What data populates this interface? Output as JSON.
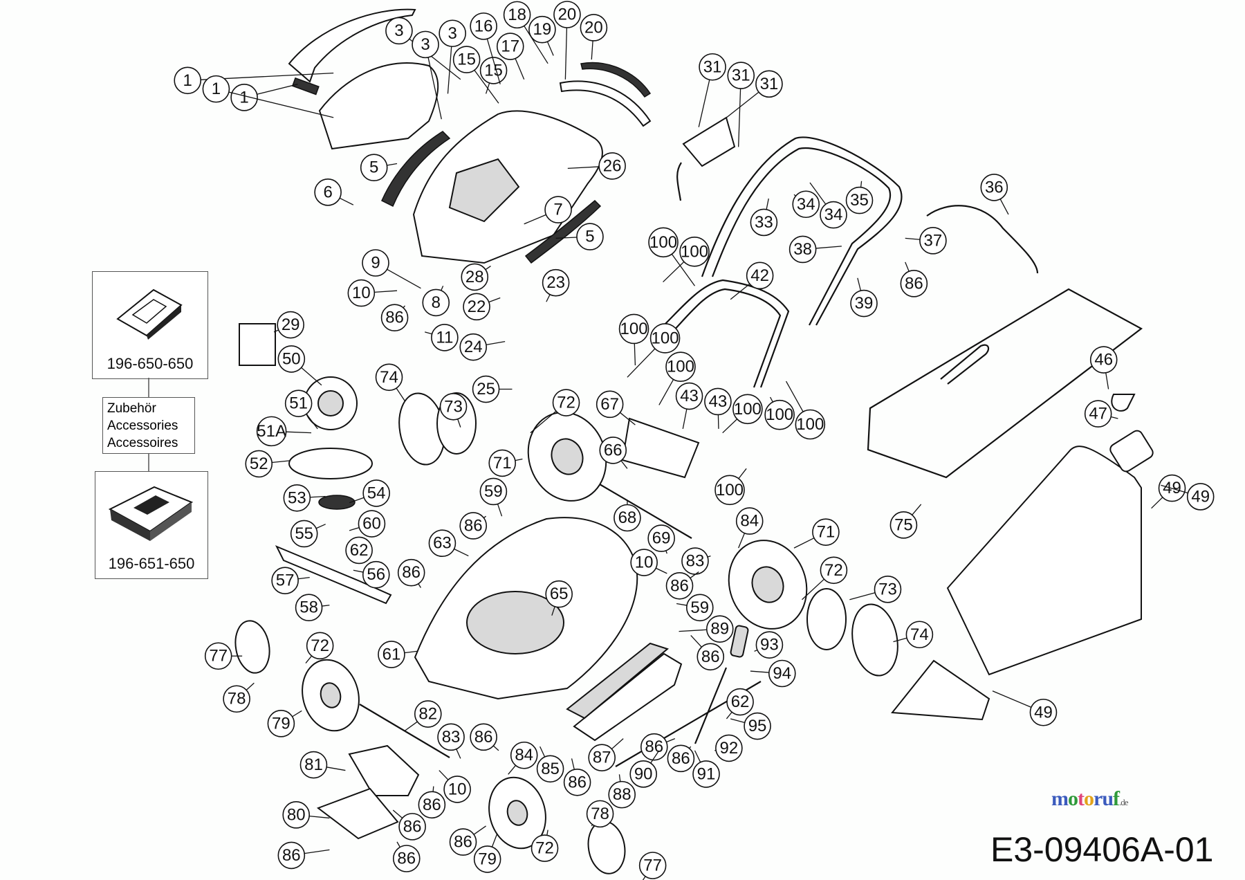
{
  "diagram": {
    "drawing_code": "E3-09406A-01",
    "watermark": {
      "text": "motoruf",
      "suffix": ".de",
      "colors": [
        "#3b5bbd",
        "#2f9a3a",
        "#e0457b",
        "#e2a21a",
        "#3b5bbd"
      ]
    },
    "accessories": {
      "title_lines": [
        "Zubehör",
        "Accessories",
        "Accessoires"
      ],
      "items": [
        {
          "part_no": "196-650-650",
          "icon": "battery-icon"
        },
        {
          "part_no": "196-651-650",
          "icon": "charger-icon"
        }
      ]
    },
    "callouts": [
      "1",
      "3",
      "5",
      "6",
      "7",
      "8",
      "9",
      "10",
      "11",
      "15",
      "16",
      "17",
      "18",
      "19",
      "20",
      "22",
      "23",
      "24",
      "25",
      "26",
      "28",
      "29",
      "31",
      "33",
      "34",
      "35",
      "36",
      "37",
      "38",
      "39",
      "42",
      "43",
      "46",
      "47",
      "49",
      "50",
      "51",
      "51A",
      "52",
      "53",
      "54",
      "55",
      "56",
      "57",
      "58",
      "59",
      "60",
      "61",
      "62",
      "63",
      "65",
      "66",
      "67",
      "68",
      "69",
      "71",
      "72",
      "73",
      "74",
      "75",
      "77",
      "78",
      "79",
      "80",
      "81",
      "82",
      "83",
      "84",
      "85",
      "86",
      "87",
      "88",
      "89",
      "90",
      "91",
      "92",
      "93",
      "94",
      "95",
      "100"
    ]
  }
}
